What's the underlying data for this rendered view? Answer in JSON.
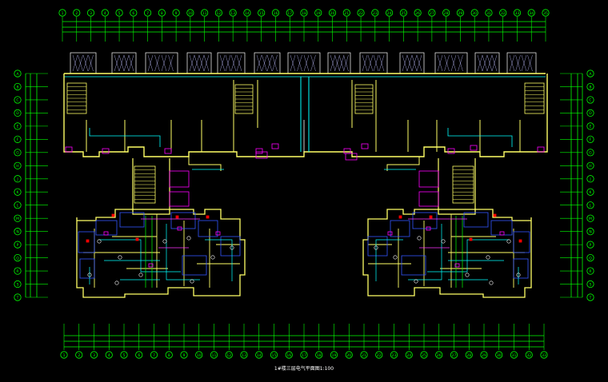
{
  "drawing": {
    "title": "1#楼三层电气平面图1:100",
    "colors": {
      "background": "#000000",
      "wall": "#ffff66",
      "dimension": "#00ff00",
      "wiring": "#00ffff",
      "equipment": "#ff00ff",
      "panel": "#ff0000",
      "text": "#ffffff",
      "magenta_lines": "#ff33ff"
    },
    "top_axis_bubbles": [
      "1",
      "2",
      "3",
      "4",
      "5",
      "6",
      "7",
      "8",
      "9",
      "10",
      "11",
      "12",
      "13",
      "14",
      "15",
      "16",
      "17",
      "18",
      "19",
      "20",
      "21",
      "22",
      "23",
      "24",
      "25",
      "26",
      "27",
      "28",
      "29",
      "30",
      "31",
      "32",
      "33",
      "34",
      "35"
    ],
    "bottom_axis_bubbles": [
      "1",
      "2",
      "3",
      "4",
      "5",
      "6",
      "7",
      "8",
      "9",
      "10",
      "11",
      "12",
      "13",
      "14",
      "15",
      "16",
      "17",
      "18",
      "19",
      "20",
      "21",
      "22",
      "23",
      "24",
      "25",
      "26",
      "27",
      "28",
      "29",
      "30",
      "31",
      "32",
      "33"
    ],
    "side_axis_bubbles": [
      "A",
      "B",
      "C",
      "D",
      "E",
      "F",
      "G",
      "H",
      "J",
      "K",
      "L",
      "M",
      "N",
      "P",
      "Q",
      "R",
      "S",
      "T"
    ]
  }
}
